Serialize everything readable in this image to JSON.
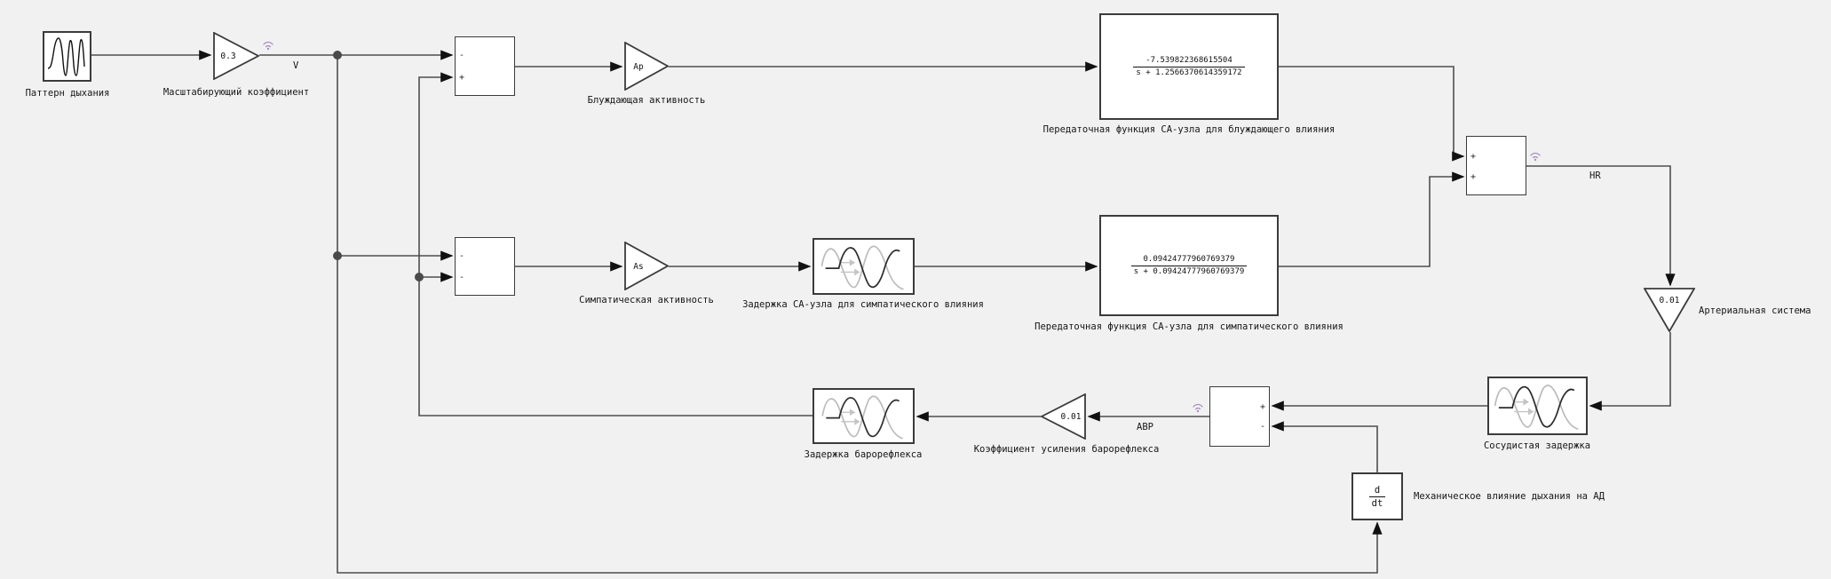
{
  "colors": {
    "canvas_bg": "#f1f1f2",
    "block_fill": "#ffffff",
    "block_border": "#3b3b3b",
    "wire": "#4d4d4d",
    "badge": "#a98fc0"
  },
  "blocks": {
    "source": {
      "label": "Паттерн дыхания"
    },
    "gain_scale": {
      "value": "0.3",
      "label": "Масштабирующий коэффициент"
    },
    "sum_vagal": {
      "sign_top": "-",
      "sign_bottom": "+"
    },
    "gain_vagal": {
      "value": "Ap",
      "label": "Блуждающая активность"
    },
    "tf_vagal": {
      "num": "-7.539822368615504",
      "den": "s + 1.2566370614359172",
      "label": "Передаточная функция СА-узла для блуждающего влияния"
    },
    "sum_symp": {
      "sign_top": "-",
      "sign_bottom": "-"
    },
    "gain_symp": {
      "value": "As",
      "label": "Симпатическая активность"
    },
    "delay_sa_node": {
      "label": "Задержка СА-узла для симпатического влияния"
    },
    "tf_symp": {
      "num": "0.09424777960769379",
      "den": "s + 0.09424777960769379",
      "label": "Передаточная функция СА-узла для симпатического влияния"
    },
    "sum_hr": {
      "sign_top": "+",
      "sign_bottom": "+"
    },
    "gain_arterial": {
      "value": "0.01",
      "label": "Артериальная система"
    },
    "delay_vascular": {
      "label": "Сосудистая задержка"
    },
    "sum_abp": {
      "sign_top": "+",
      "sign_bottom": "-"
    },
    "gain_baroreflex": {
      "value": "0.01",
      "label": "Коэффициент усиления барорефлекса"
    },
    "delay_baroreflex": {
      "label": "Задержка барорефлекса"
    },
    "derivative": {
      "num": "d",
      "den": "dt",
      "label": "Механическое влияние дыхания на АД"
    }
  },
  "signals": {
    "v": "V",
    "hr": "HR",
    "abp": "ABP"
  }
}
